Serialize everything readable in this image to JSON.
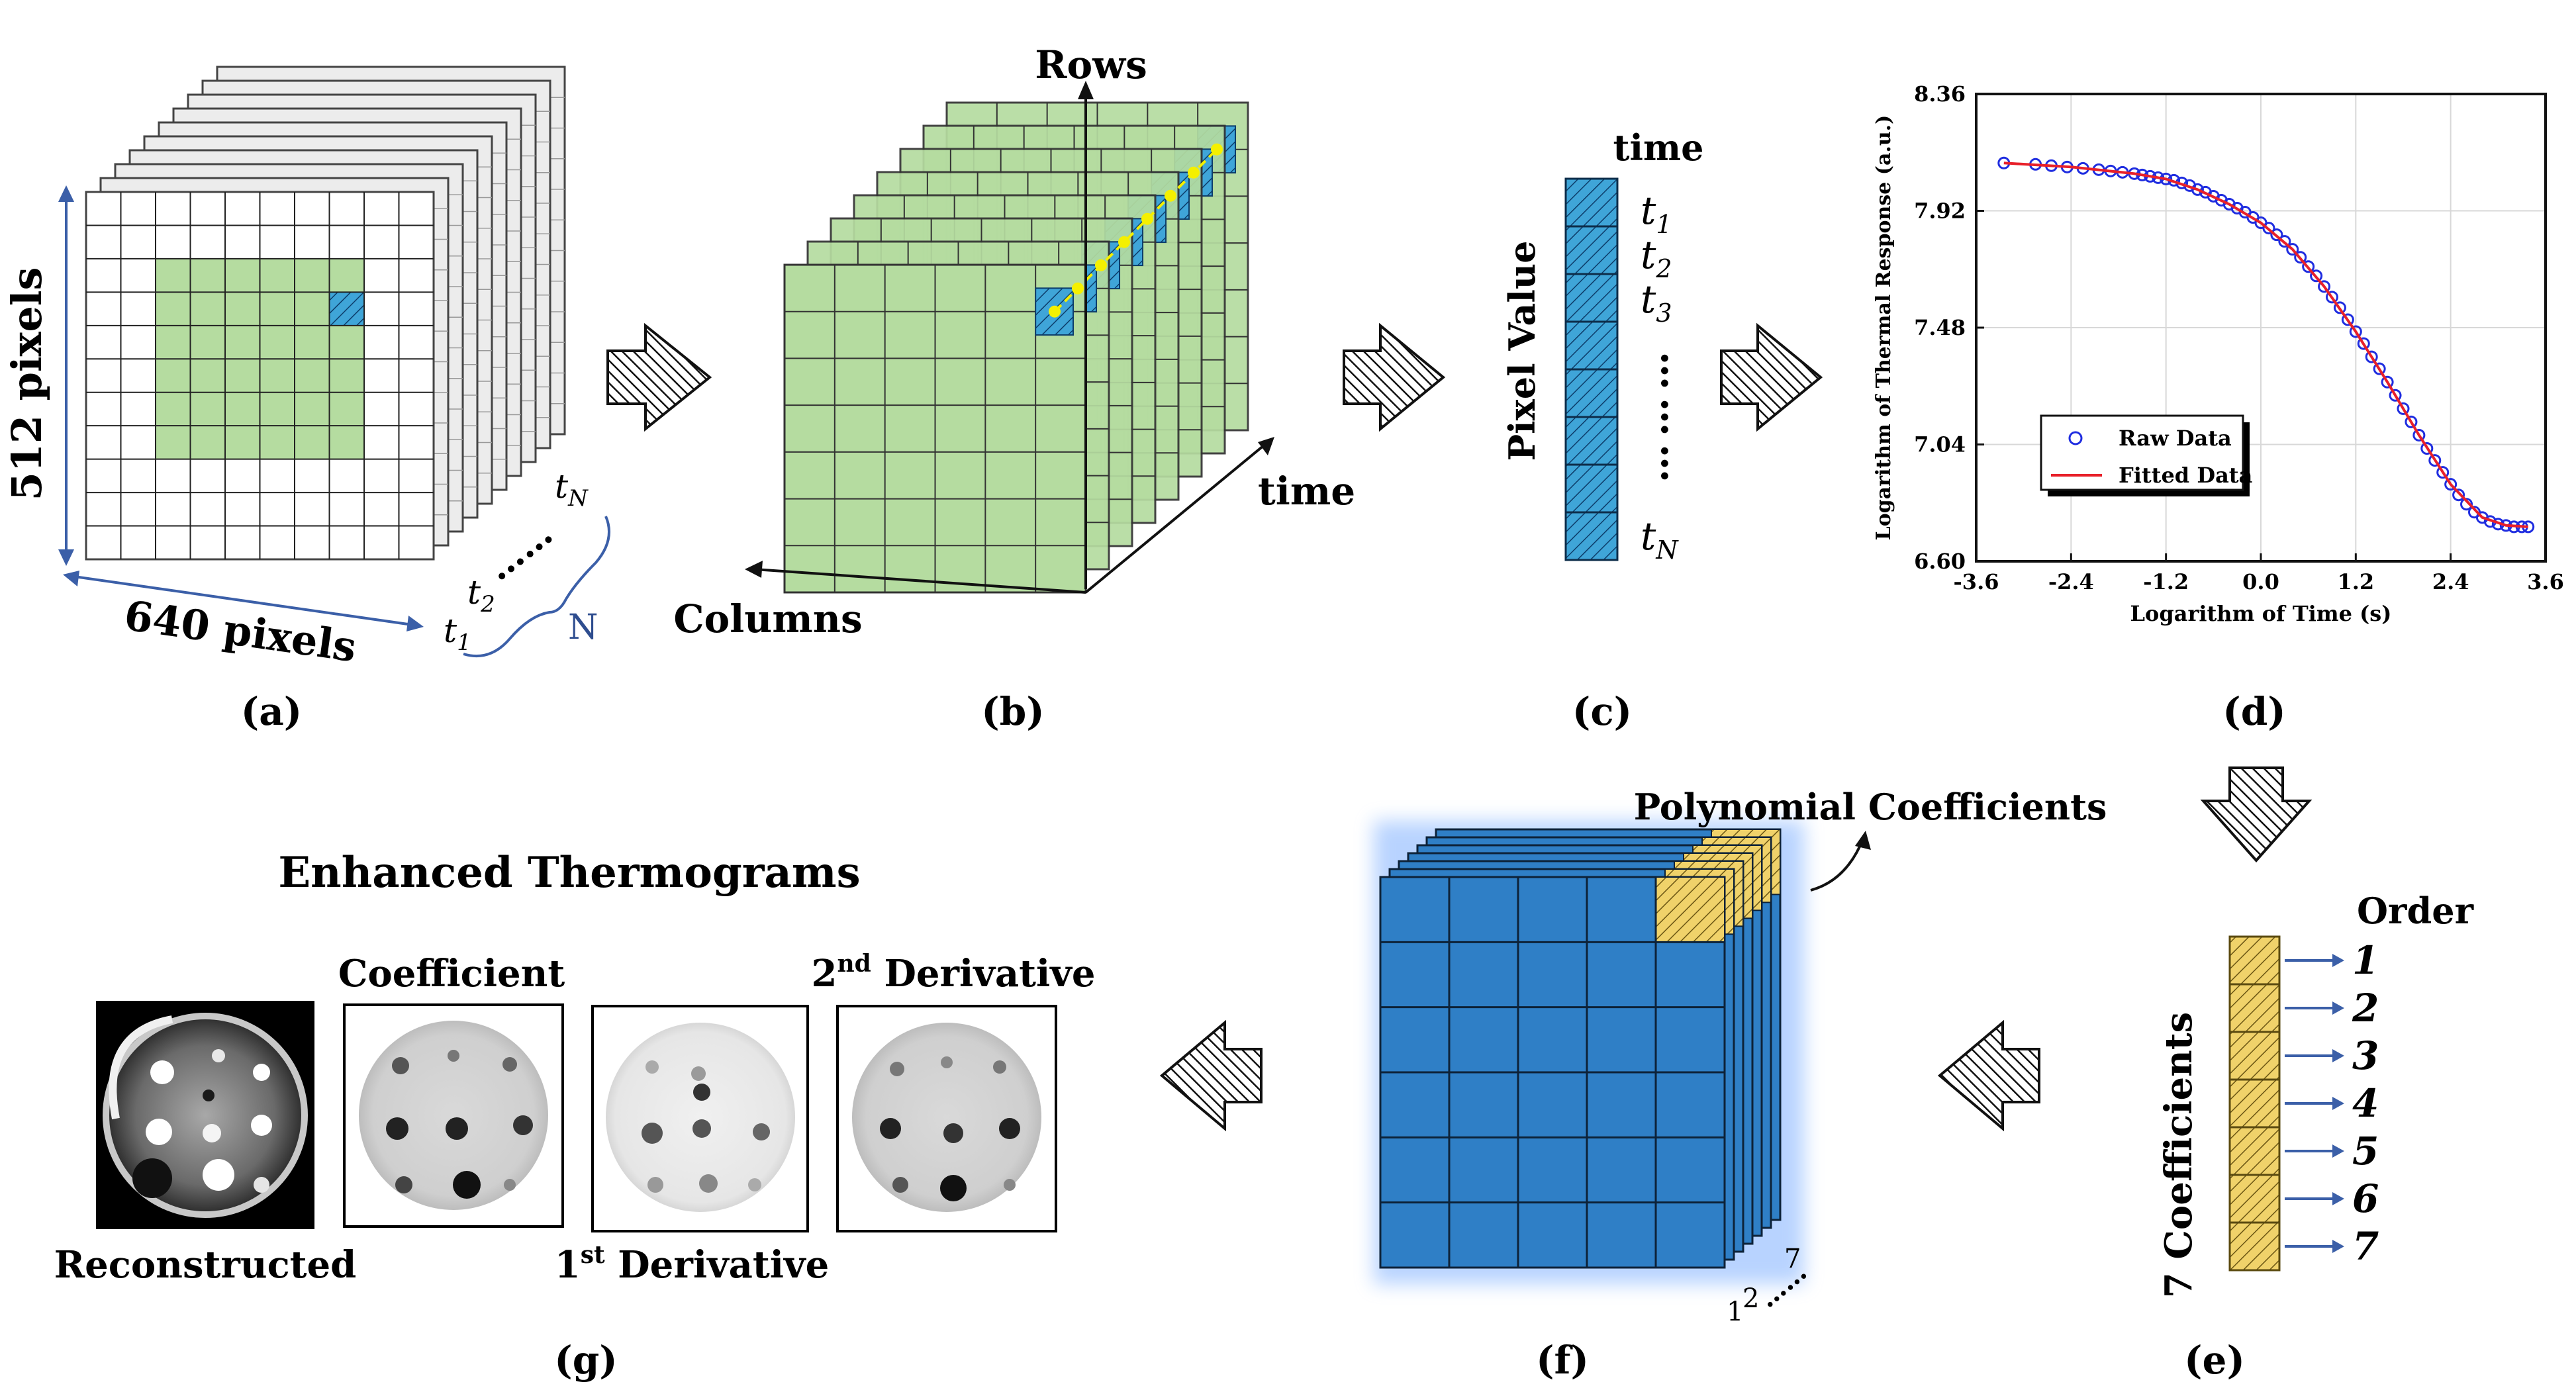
{
  "colors": {
    "green": "#b5dca0",
    "pixel_blue": "#3fa5d8",
    "cube_blue": "#2f7fc6",
    "coef_gold": "#f0d26a",
    "raw_marker": "#1f2de0",
    "fit_line": "#e8202a",
    "brace": "#3b5fa8"
  },
  "panel_a": {
    "height_label": "512 pixels",
    "width_label": "640 pixels",
    "frame_labels": [
      "t",
      "1",
      "t",
      "2",
      "t",
      "N"
    ],
    "ellipsis": "……",
    "count_label": "N",
    "caption": "(a)"
  },
  "panel_b": {
    "rows_label": "Rows",
    "time_label": "time",
    "columns_label": "Columns",
    "caption": "(b)"
  },
  "panel_c": {
    "time_header": "time",
    "axis_label": "Pixel Value",
    "t1": [
      "t",
      "1"
    ],
    "t2": [
      "t",
      "2"
    ],
    "t3": [
      "t",
      "3"
    ],
    "tN": [
      "t",
      "N"
    ],
    "dots": "…",
    "caption": "(c)"
  },
  "chart_data": {
    "type": "scatter",
    "xlabel": "Logarithm of Time (s)",
    "ylabel": "Logarithm of Thermal Response (a.u.)",
    "xlim": [
      -3.6,
      3.6
    ],
    "ylim": [
      6.6,
      8.36
    ],
    "xticks": [
      "-3.6",
      "-2.4",
      "-1.2",
      "0.0",
      "1.2",
      "2.4",
      "3.6"
    ],
    "yticks": [
      "6.60",
      "7.04",
      "7.48",
      "7.92",
      "8.36"
    ],
    "grid": true,
    "legend_position": "bottom-left",
    "series": [
      {
        "name": "Raw Data",
        "kind": "scatter",
        "x": [
          -3.25,
          -2.85,
          -2.65,
          -2.45,
          -2.25,
          -2.05,
          -1.9,
          -1.75,
          -1.6,
          -1.5,
          -1.4,
          -1.3,
          -1.2,
          -1.1,
          -1.0,
          -0.9,
          -0.8,
          -0.7,
          -0.6,
          -0.5,
          -0.4,
          -0.3,
          -0.2,
          -0.1,
          0.0,
          0.1,
          0.2,
          0.3,
          0.4,
          0.5,
          0.6,
          0.7,
          0.8,
          0.9,
          1.0,
          1.1,
          1.2,
          1.3,
          1.4,
          1.5,
          1.6,
          1.7,
          1.8,
          1.9,
          2.0,
          2.1,
          2.2,
          2.3,
          2.4,
          2.5,
          2.6,
          2.7,
          2.8,
          2.9,
          3.0,
          3.1,
          3.2,
          3.3,
          3.38
        ],
        "y": [
          8.1,
          8.095,
          8.09,
          8.085,
          8.08,
          8.075,
          8.07,
          8.065,
          8.06,
          8.055,
          8.05,
          8.045,
          8.04,
          8.035,
          8.025,
          8.015,
          8.0,
          7.99,
          7.975,
          7.96,
          7.945,
          7.93,
          7.915,
          7.895,
          7.875,
          7.855,
          7.83,
          7.805,
          7.775,
          7.745,
          7.71,
          7.675,
          7.635,
          7.595,
          7.555,
          7.51,
          7.465,
          7.42,
          7.37,
          7.325,
          7.275,
          7.225,
          7.175,
          7.125,
          7.075,
          7.025,
          6.98,
          6.935,
          6.89,
          6.85,
          6.815,
          6.785,
          6.765,
          6.75,
          6.74,
          6.735,
          6.73,
          6.73,
          6.73
        ]
      },
      {
        "name": "Fitted Data",
        "kind": "line",
        "x": [
          -3.25,
          -2.4,
          -1.6,
          -1.2,
          -0.8,
          -0.4,
          0.0,
          0.4,
          0.8,
          1.2,
          1.6,
          2.0,
          2.4,
          2.8,
          3.1,
          3.38
        ],
        "y": [
          8.1,
          8.085,
          8.06,
          8.04,
          8.0,
          7.945,
          7.875,
          7.775,
          7.635,
          7.465,
          7.275,
          7.075,
          6.89,
          6.765,
          6.735,
          6.73
        ]
      }
    ]
  },
  "panel_d": {
    "caption": "(d)"
  },
  "panel_e": {
    "order_header": "Order",
    "axis_label": "7 Coefficients",
    "orders": [
      "1",
      "2",
      "3",
      "4",
      "5",
      "6",
      "7"
    ],
    "caption": "(e)"
  },
  "panel_f": {
    "title": "Polynomial Coefficients",
    "layer_labels": [
      "1",
      "2",
      "7"
    ],
    "dots": "……",
    "caption": "(f)"
  },
  "panel_g": {
    "title": "Enhanced Thermograms",
    "coefficient_label": "Coefficient",
    "second_derivative": [
      "2",
      "nd",
      " Derivative"
    ],
    "reconstructed_label": "Reconstructed",
    "first_derivative": [
      "1",
      "st",
      " Derivative"
    ],
    "caption": "(g)"
  }
}
